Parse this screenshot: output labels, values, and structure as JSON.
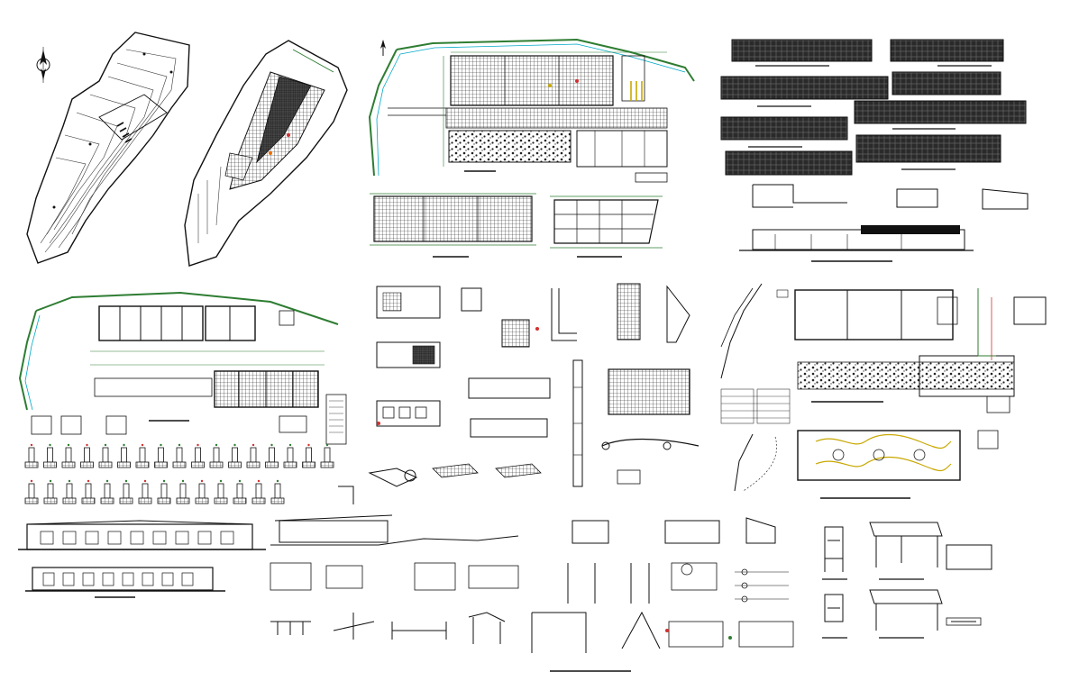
{
  "sheet": {
    "background": "#ffffff",
    "colors": {
      "ink": "#111111",
      "wall": "#222222",
      "dim": "#2e7d32",
      "dim2": "#1565c0",
      "cyan": "#00a8c8",
      "red": "#d32f2f",
      "orange": "#ef6c00",
      "yellow": "#c8a800",
      "magenta": "#c2185b"
    },
    "drawings": [
      "north-arrow-icon",
      "site-topography-plan",
      "site-layout-plan",
      "general-plan",
      "roof-plan",
      "facade-panel-elevations",
      "foundation-plan",
      "detail-sheet",
      "electrical-plan",
      "building-elevations",
      "furniture-details"
    ]
  }
}
